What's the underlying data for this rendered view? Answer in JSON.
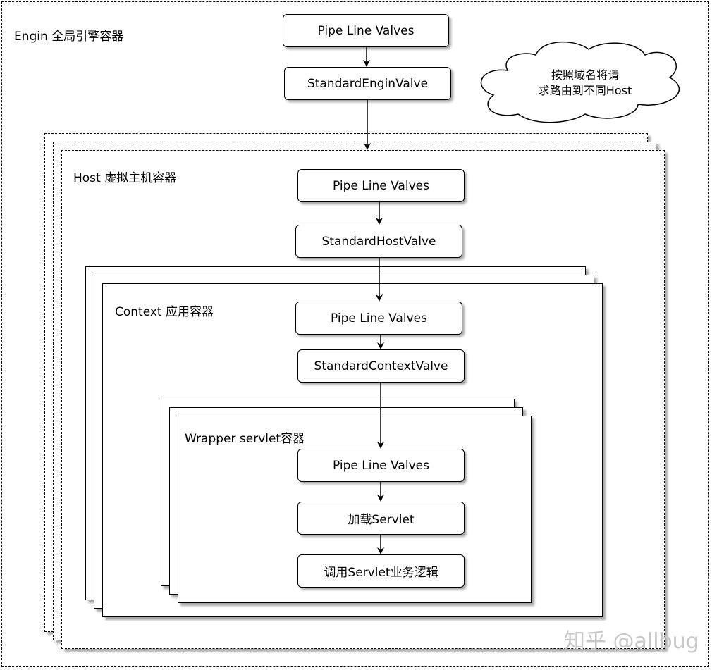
{
  "engine": {
    "label": "Engin 全局引擎容器",
    "pipeline": "Pipe Line Valves",
    "valve": "StandardEnginValve",
    "note_line1": "按照域名将请",
    "note_line2": "求路由到不同Host"
  },
  "host": {
    "label": "Host 虚拟主机容器",
    "pipeline": "Pipe Line Valves",
    "valve": "StandardHostValve"
  },
  "context": {
    "label": "Context 应用容器",
    "pipeline": "Pipe Line Valves",
    "valve": "StandardContextValve"
  },
  "wrapper": {
    "label": "Wrapper servlet容器",
    "pipeline": "Pipe Line Valves",
    "load": "加载Servlet",
    "invoke": "调用Servlet业务逻辑"
  },
  "watermark": "知乎 @allbug"
}
